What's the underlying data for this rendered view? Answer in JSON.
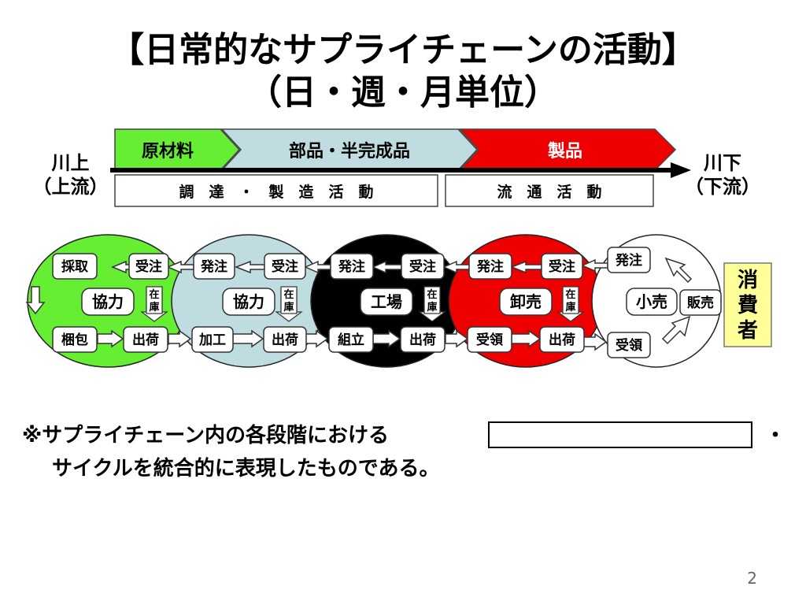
{
  "title_line1": "【日常的なサプライチェーンの活動】",
  "title_line2": "（日・週・月単位）",
  "upstream": {
    "line1": "川上",
    "line2": "（上流）"
  },
  "downstream": {
    "line1": "川下",
    "line2": "（下流）"
  },
  "stages": [
    "原材料",
    "部品・半完成品",
    "製品"
  ],
  "activities": [
    "調　達　・　製　造　活　動",
    "流　通　活　動"
  ],
  "stock_label": "在庫",
  "circles": [
    {
      "center": "協力",
      "boxes": [
        "採取",
        "受注",
        "梱包",
        "出荷"
      ],
      "color": "#66ee33"
    },
    {
      "center": "協力",
      "boxes": [
        "発注",
        "受注",
        "加工",
        "出荷"
      ],
      "color": "#bfdde0"
    },
    {
      "center": "工場",
      "boxes": [
        "発注",
        "受注",
        "組立",
        "出荷"
      ],
      "color": "#000000"
    },
    {
      "center": "卸売",
      "boxes": [
        "発注",
        "受注",
        "受領",
        "出荷"
      ],
      "color": "#ee0000"
    },
    {
      "center": "小売",
      "boxes": [
        "発注",
        "販売",
        "受領"
      ],
      "color": "#ffffff"
    }
  ],
  "consumer": "消費者",
  "consumer_color": "#ffff99",
  "note_line1": "※サプライチェーン内の各段階における",
  "note_dot": "・",
  "note_line2": "サイクルを統合的に表現したものである。",
  "page_number": "2"
}
